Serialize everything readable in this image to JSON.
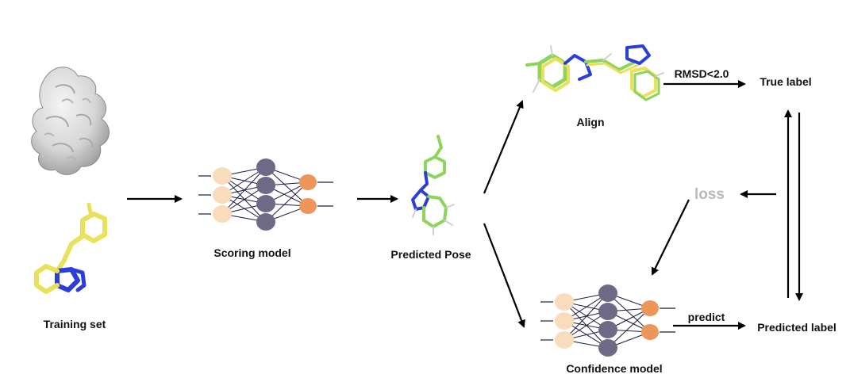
{
  "labels": {
    "training_set": "Training set",
    "scoring_model": "Scoring model",
    "predicted_pose": "Predicted Pose",
    "align": "Align",
    "rmsd": "RMSD<2.0",
    "true_label": "True label",
    "loss": "loss",
    "predict": "predict",
    "predicted_label": "Predicted label",
    "confidence_model": "Confidence model"
  },
  "colors": {
    "arrow": "#000000",
    "text": "#111111",
    "loss": "#b9b9b9",
    "input_node": "#f8dcbc",
    "hidden_node": "#6e6a86",
    "output_node": "#ee9559",
    "nn_edge": "#1a1a40",
    "ligand_yellow": "#e9e15a",
    "ligand_green": "#8cd45a",
    "nitrogen_blue": "#2b3fd8",
    "protein_surface": "#d9d9d9"
  },
  "icons": {
    "protein": "protein-surface-icon",
    "ligand": "ligand-molecule-icon",
    "network": "neural-network-icon"
  }
}
